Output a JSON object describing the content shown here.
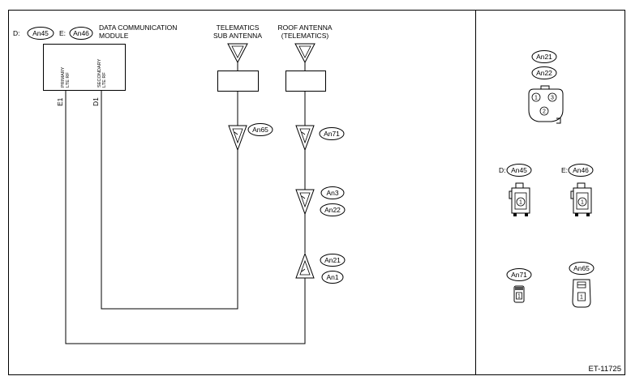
{
  "module": {
    "title_line1": "DATA COMMUNICATION",
    "title_line2": "MODULE",
    "connector_prefix_d": "D:",
    "connector_d": "An45",
    "connector_prefix_e": "E:",
    "connector_e": "An46",
    "pin_primary_line1": "PRIMARY",
    "pin_primary_line2": "LTE RF",
    "pin_secondary_line1": "SECONDARY",
    "pin_secondary_line2": "LTE RF",
    "terminal_e1": "E1",
    "terminal_d1": "D1"
  },
  "sub_antenna": {
    "label_line1": "TELEMATICS",
    "label_line2": "SUB ANTENNA",
    "connector": "An65"
  },
  "roof_antenna": {
    "label_line1": "ROOF ANTENNA",
    "label_line2": "(TELEMATICS)",
    "connector_1": "An71",
    "connector_2a": "An3",
    "connector_2b": "An22",
    "connector_3a": "An21",
    "connector_3b": "An1"
  },
  "connectors_panel": {
    "top_a": "An21",
    "top_b": "An22",
    "top_pins": [
      "1",
      "2",
      "3"
    ],
    "mid_left_prefix": "D:",
    "mid_left": "An45",
    "mid_left_pin": "1",
    "mid_right_prefix": "E:",
    "mid_right": "An46",
    "mid_right_pin": "1",
    "bottom_left": "An71",
    "bottom_left_pin": "1",
    "bottom_right": "An65",
    "bottom_right_pin": "1"
  },
  "reference_code": "ET-11725"
}
